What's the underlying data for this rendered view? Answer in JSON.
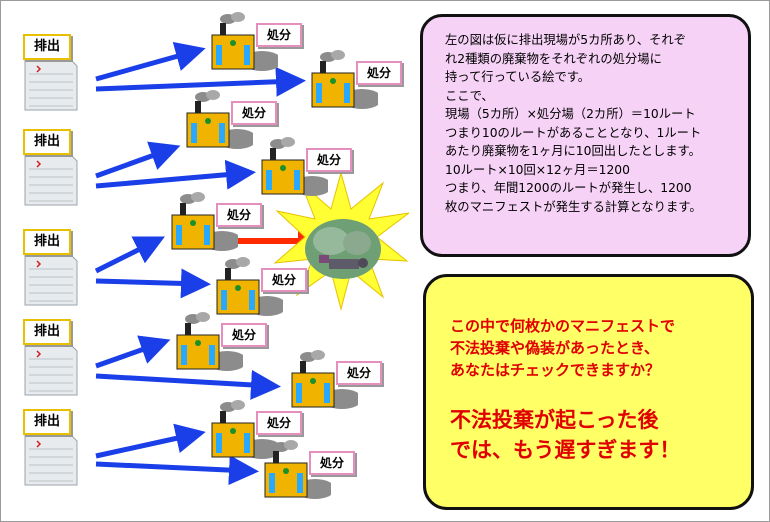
{
  "source_label": "排出",
  "facility_label": "処分",
  "explanation": [
    "左の図は仮に排出現場が5カ所あり、それぞ",
    "れ2種類の廃棄物をそれぞれの処分場に",
    "持って行っている絵です。",
    "ここで、",
    "現場（5カ所）×処分場（2カ所）＝10ルート",
    "つまり10のルートがあることとなり、1ルート",
    "あたり廃棄物を1ヶ月に10回出したとします。",
    "10ルート×10回×12ヶ月＝1200",
    "つまり、年間1200のルートが発生し、1200",
    "枚のマニフェストが発生する計算となります。"
  ],
  "warning": {
    "question": [
      "この中で何枚かのマニフェストで",
      "不法投棄や偽装があったとき、",
      "あなたはチェックできますか？"
    ],
    "conclusion": [
      "不法投棄が起こった後",
      "では、もう遅すぎます！"
    ]
  },
  "colors": {
    "blue_arrow": "#1a3fe8",
    "red_arrow": "#ff2a00",
    "explain_bg": "#f6d2f6",
    "warn_bg": "#ffff66",
    "warn_text": "#e00000"
  }
}
